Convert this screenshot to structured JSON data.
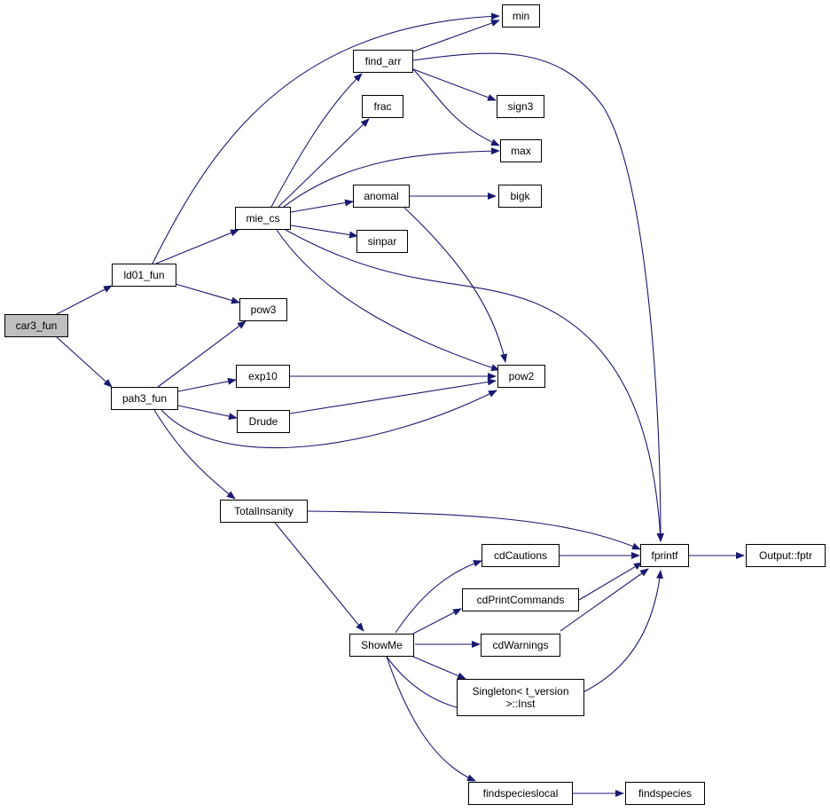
{
  "nodes": {
    "car3_fun": "car3_fun",
    "ld01_fun": "ld01_fun",
    "pah3_fun": "pah3_fun",
    "mie_cs": "mie_cs",
    "pow3": "pow3",
    "exp10": "exp10",
    "Drude": "Drude",
    "TotalInsanity": "TotalInsanity",
    "find_arr": "find_arr",
    "frac": "frac",
    "anomal": "anomal",
    "sinpar": "sinpar",
    "min": "min",
    "sign3": "sign3",
    "max": "max",
    "bigk": "bigk",
    "pow2": "pow2",
    "fprintf": "fprintf",
    "Output_fptr": "Output::fptr",
    "cdCautions": "cdCautions",
    "cdPrintCommands": "cdPrintCommands",
    "cdWarnings": "cdWarnings",
    "ShowMe": "ShowMe",
    "Singleton_Inst": "Singleton< t_version\n>::Inst",
    "findspecieslocal": "findspecieslocal",
    "findspecies": "findspecies"
  },
  "colors": {
    "edge": "#191970",
    "node_border": "#000000",
    "root_fill": "#bfbfbf"
  }
}
